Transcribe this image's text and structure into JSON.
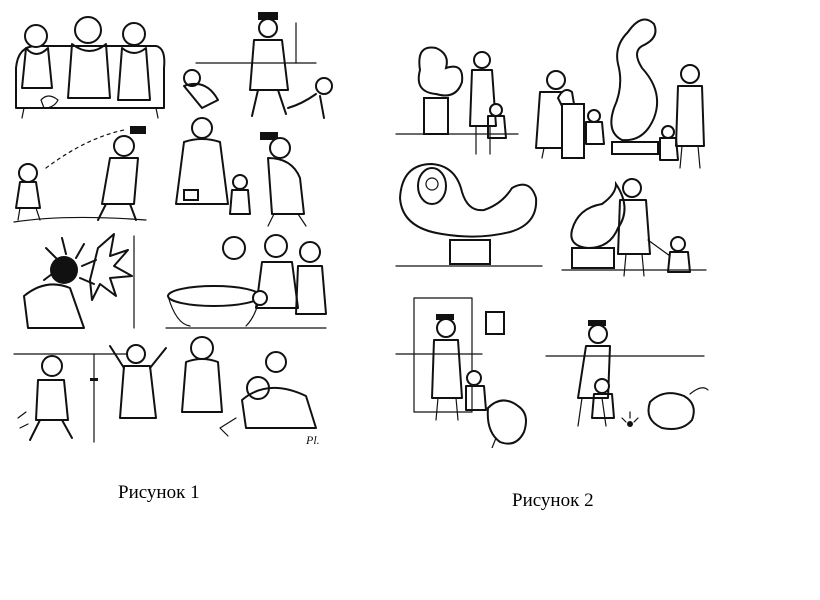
{
  "figures": [
    {
      "caption": "Рисунок 1"
    },
    {
      "caption": "Рисунок 2"
    }
  ],
  "signature": "Pl."
}
